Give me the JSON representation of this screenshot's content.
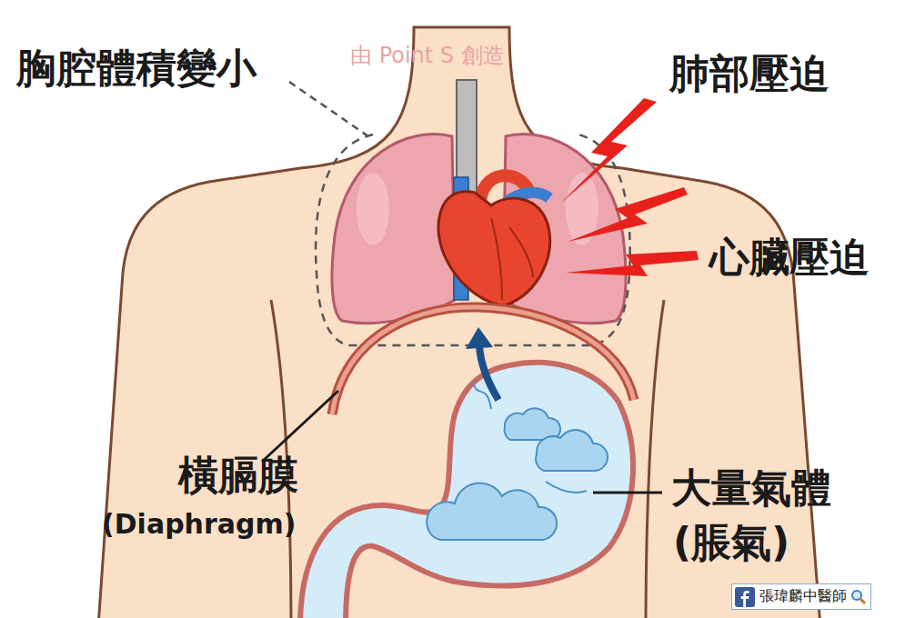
{
  "diagram": {
    "nodes": [
      {
        "text": [
          "張瑋麟中醫師"
        ]
      }
    ],
    "labels": [
      "胸腔體積變小",
      "肺部壓迫",
      "心臟壓迫",
      "橫膈膜",
      "(Diaphragm)",
      "大量氣體",
      "(脹氣)",
      "由 Point S 創造"
    ]
  }
}
